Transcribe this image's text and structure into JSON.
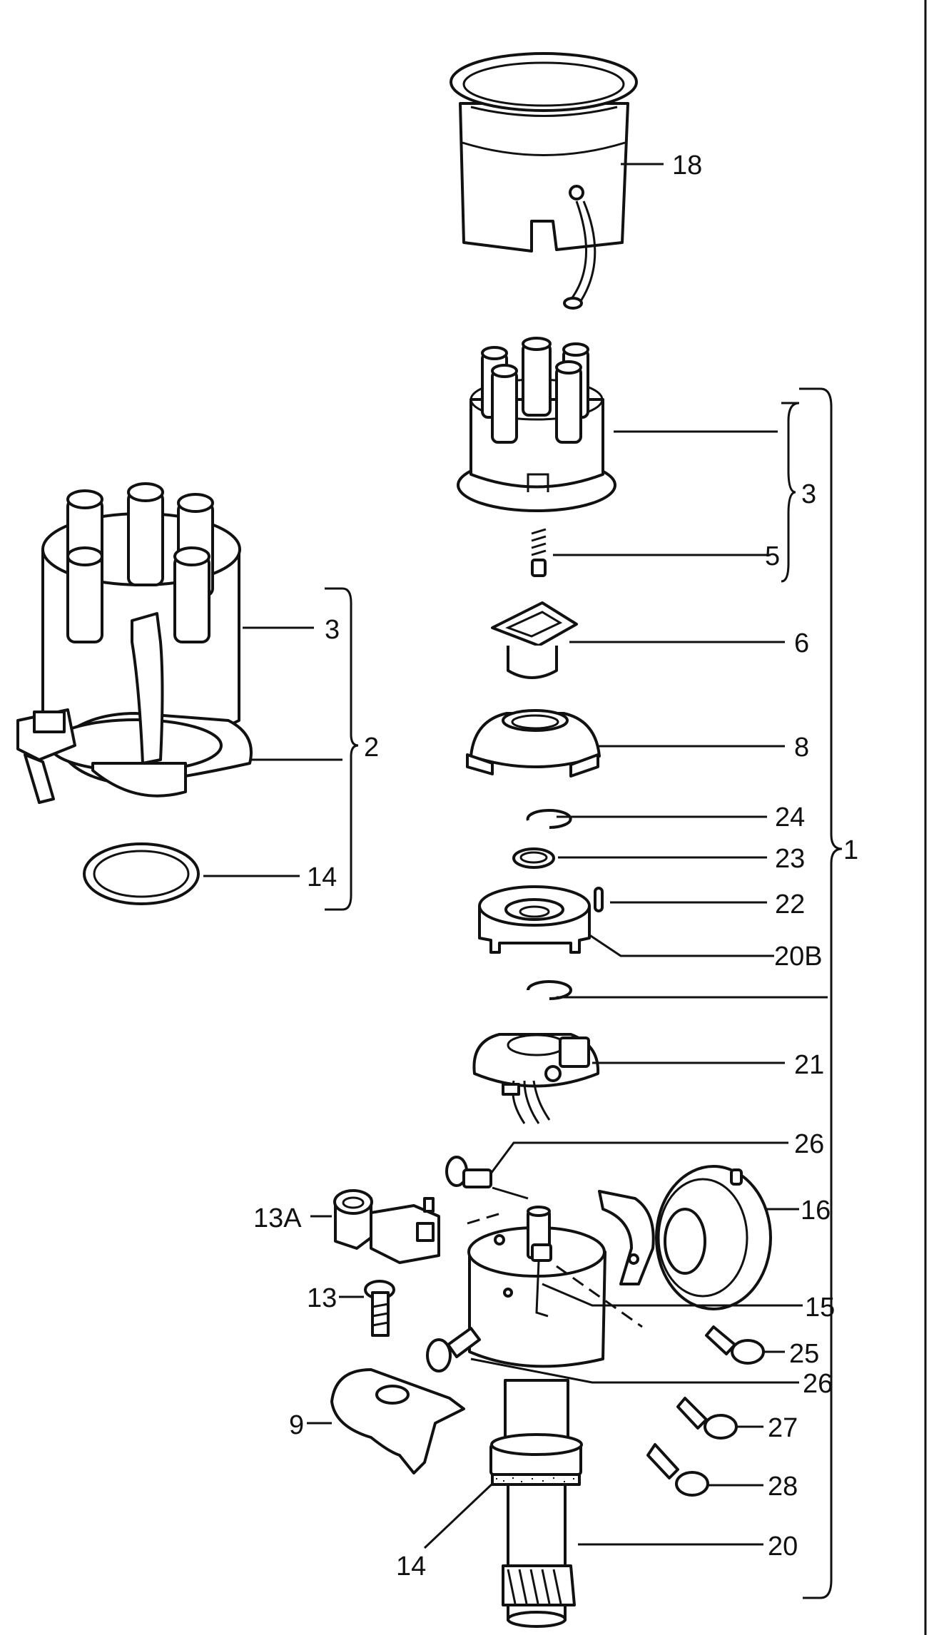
{
  "labels": {
    "l1": "1",
    "l2": "2",
    "l3a": "3",
    "l3b": "3",
    "l5": "5",
    "l6": "6",
    "l8": "8",
    "l9": "9",
    "l13": "13",
    "l13a": "13A",
    "l14a": "14",
    "l14b": "14",
    "l15": "15",
    "l16": "16",
    "l18": "18",
    "l20": "20",
    "l20b": "20B",
    "l21": "21",
    "l22": "22",
    "l23": "23",
    "l24": "24",
    "l25": "25",
    "l26a": "26",
    "l26b": "26",
    "l27": "27",
    "l28": "28"
  },
  "colors": {
    "ink": "#111111",
    "paper": "#ffffff"
  }
}
